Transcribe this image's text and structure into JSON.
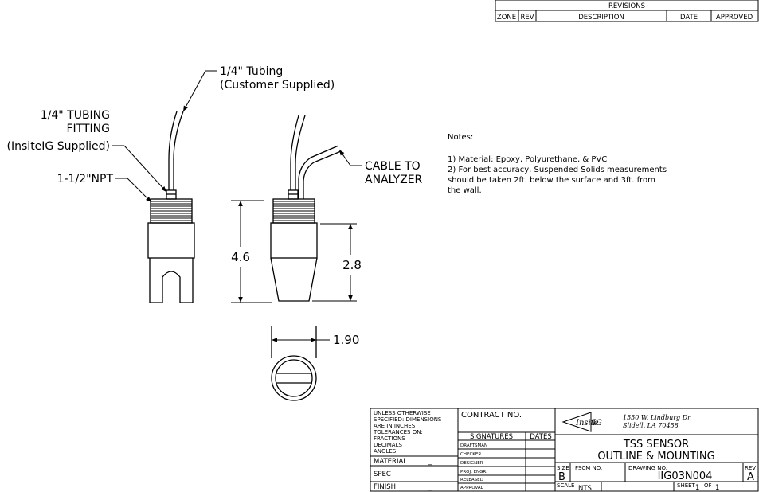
{
  "revisions": {
    "title": "REVISIONS",
    "headers": [
      "ZONE",
      "REV",
      "DESCRIPTION",
      "DATE",
      "APPROVED"
    ]
  },
  "labels": {
    "tubing_line1": "1/4\" Tubing",
    "tubing_line2": "(Customer Supplied)",
    "fitting_line1": "1/4\" TUBING",
    "fitting_line2": "FITTING",
    "fitting_line3": "(InsiteIG Supplied)",
    "npt": "1-1/2\"NPT",
    "cable_line1": "CABLE TO",
    "cable_line2": "ANALYZER"
  },
  "dimensions": {
    "overall_height": "4.6",
    "body_height": "2.8",
    "diameter": "1.90"
  },
  "notes": {
    "heading": "Notes:",
    "line1": "1)  Material: Epoxy, Polyurethane, & PVC",
    "line2": "2)  For best accuracy, Suspended Solids measurements",
    "line3": "should be taken 2ft. below the surface and 3ft. from",
    "line4": "the wall."
  },
  "title_block": {
    "tolerance_line1": "UNLESS OTHERWISE",
    "tolerance_line2": "SPECIFIED: DIMENSIONS",
    "tolerance_line3": "ARE IN INCHES",
    "tolerance_line4": "TOLERANCES ON:",
    "fractions": "FRACTIONS",
    "decimals": "DECIMALS",
    "angles": "ANGLES",
    "material": "MATERIAL",
    "material_value": "_",
    "spec": "SPEC",
    "finish": "FINISH",
    "finish_value": "_",
    "contract_no": "CONTRACT NO.",
    "signatures": "SIGNATURES",
    "dates": "DATES",
    "sig_rows": [
      "DRAFTSMAN",
      "CHECKER",
      "DESIGNER",
      "PROJ. ENGR.",
      "RELEASED",
      "APPROVAL"
    ],
    "logo_text": "Insite",
    "logo_suffix": "IG",
    "address_line1": "1550 W. Lindburg Dr.",
    "address_line2": "Slidell, LA 70458",
    "title_line1": "TSS SENSOR",
    "title_line2": "OUTLINE & MOUNTING",
    "size_label": "SIZE",
    "size_value": "B",
    "fscm_label": "FSCM NO.",
    "drawing_no_label": "DRAWING NO.",
    "drawing_no_value": "IIG03N004",
    "rev_label": "REV",
    "rev_value": "A",
    "scale_label": "SCALE",
    "scale_value": "NTS",
    "sheet_label": "SHEET",
    "sheet_value": "1",
    "of_label": "OF",
    "of_value": "1"
  }
}
